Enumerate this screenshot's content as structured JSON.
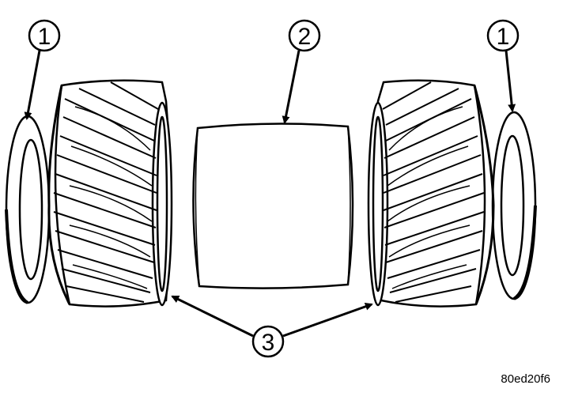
{
  "callouts": {
    "thrust_washer_left": "1",
    "shaft": "2",
    "thrust_washer_right": "1",
    "side_gears": "3"
  },
  "figure_code": "80ed20f6",
  "colors": {
    "ink": "#000000",
    "paper": "#ffffff"
  }
}
